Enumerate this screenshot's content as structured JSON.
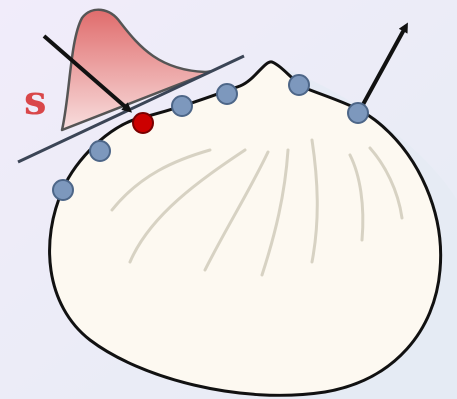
{
  "diagram": {
    "symbol_label": "s",
    "colors": {
      "background_top": "#f1ecfa",
      "background_bottom": "#e6ecf4",
      "dumpling_fill": "#fdf9f1",
      "dumpling_stroke": "#111111",
      "pleat_stroke": "#d7d2c3",
      "distribution_top": "#e06c6c",
      "distribution_bottom": "#f8dede",
      "distribution_stroke": "#555555",
      "tangent_line": "#3b4556",
      "vertex_fill": "#7d98bd",
      "vertex_stroke": "#4d6688",
      "selected_vertex_fill": "#cc0000",
      "selected_vertex_stroke": "#7a0000",
      "arrow": "#111111",
      "label": "#d9474a"
    },
    "vertices": [
      "v1",
      "v2",
      "v3-selected",
      "v4",
      "v5",
      "v6",
      "v7"
    ],
    "arrows": [
      "incoming-to-selected-vertex",
      "outgoing-normal"
    ]
  }
}
